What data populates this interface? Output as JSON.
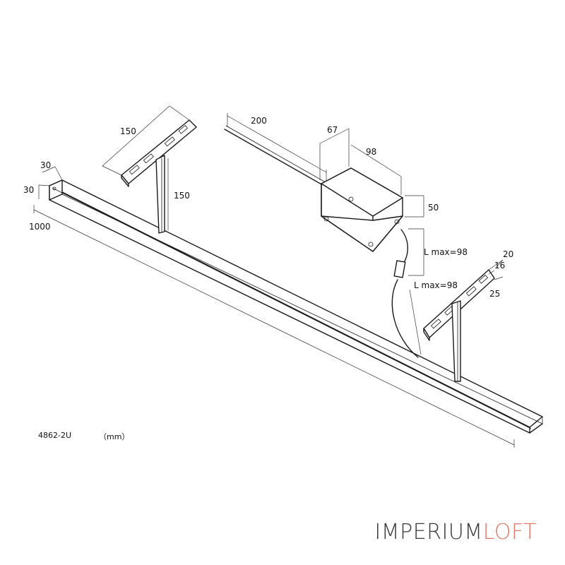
{
  "dimensions": {
    "wire_length": "200",
    "box_depth": "67",
    "box_width": "98",
    "box_height": "50",
    "bracket_width_left": "150",
    "rod_length_left": "150",
    "profile_width": "30",
    "profile_height": "30",
    "profile_length": "1000",
    "cable_upper": "L max=98",
    "cable_lower": "L max=98",
    "bracket_right_width": "20",
    "bracket_right_slot": "16",
    "bracket_right_offset": "25"
  },
  "model": "4862-2U",
  "units": "（mm）",
  "brand": {
    "part1": "IMPERIUM",
    "part2": "LOFT",
    "color1": "#3b3b3b",
    "color2": "#e27a6a"
  }
}
